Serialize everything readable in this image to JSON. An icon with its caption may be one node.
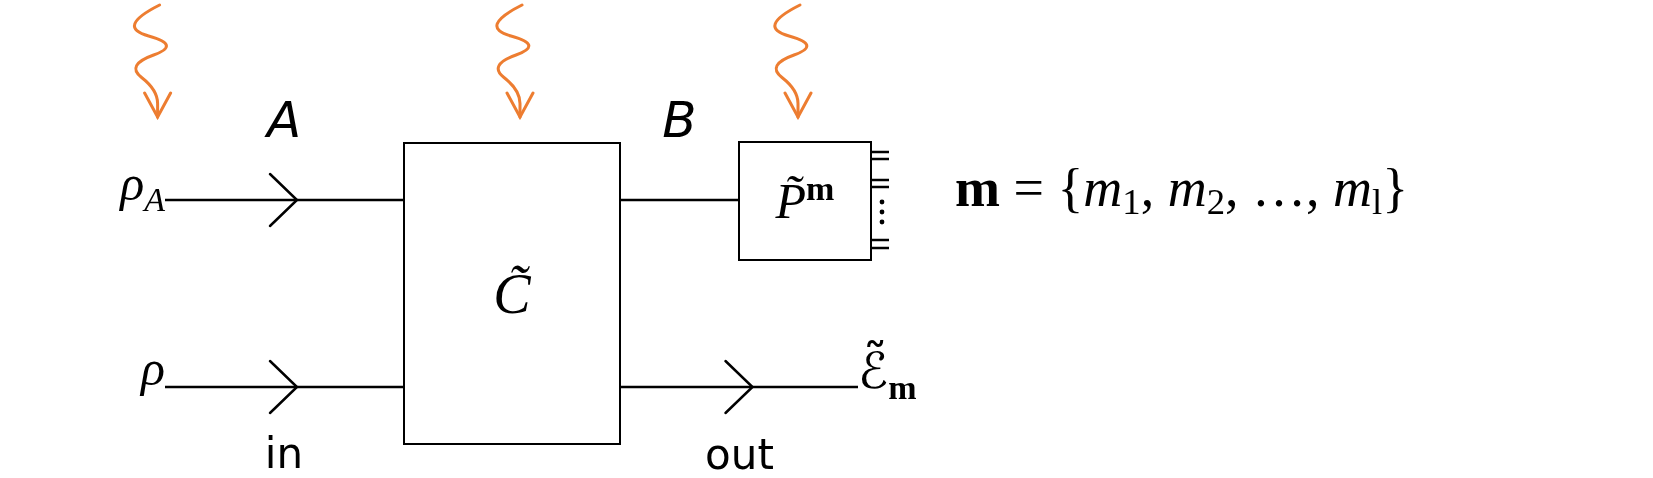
{
  "diagram": {
    "nodes": [
      {
        "text": [
          "ρ$_{A}$"
        ]
      },
      {
        "text": [
          "ρ"
        ]
      },
      {
        "text": [
          "C̃"
        ]
      },
      {
        "text": [
          "P̃$^{m}$"
        ]
      },
      {
        "text": [
          "ℰ̃$_{m}$"
        ]
      }
    ],
    "edges": [
      {
        "from": 0,
        "to": 2,
        "arrow": "to",
        "label": "A"
      },
      {
        "from": 1,
        "to": 2,
        "arrow": "to",
        "label": "in"
      },
      {
        "from": 2,
        "to": 3,
        "arrow": "none",
        "label": "B"
      },
      {
        "from": 2,
        "to": 4,
        "arrow": "to",
        "label": "out"
      },
      {
        "from": null,
        "to": 0,
        "arrow": "to",
        "color": "#ed7d31"
      },
      {
        "from": null,
        "to": 2,
        "arrow": "to",
        "color": "#ed7d31"
      },
      {
        "from": null,
        "to": 3,
        "arrow": "to",
        "color": "#ed7d31"
      }
    ],
    "labels": [
      "**m** = {*m*$_{1}$, *m*$_{2}$, …, *m*$_{l}$}"
    ]
  }
}
